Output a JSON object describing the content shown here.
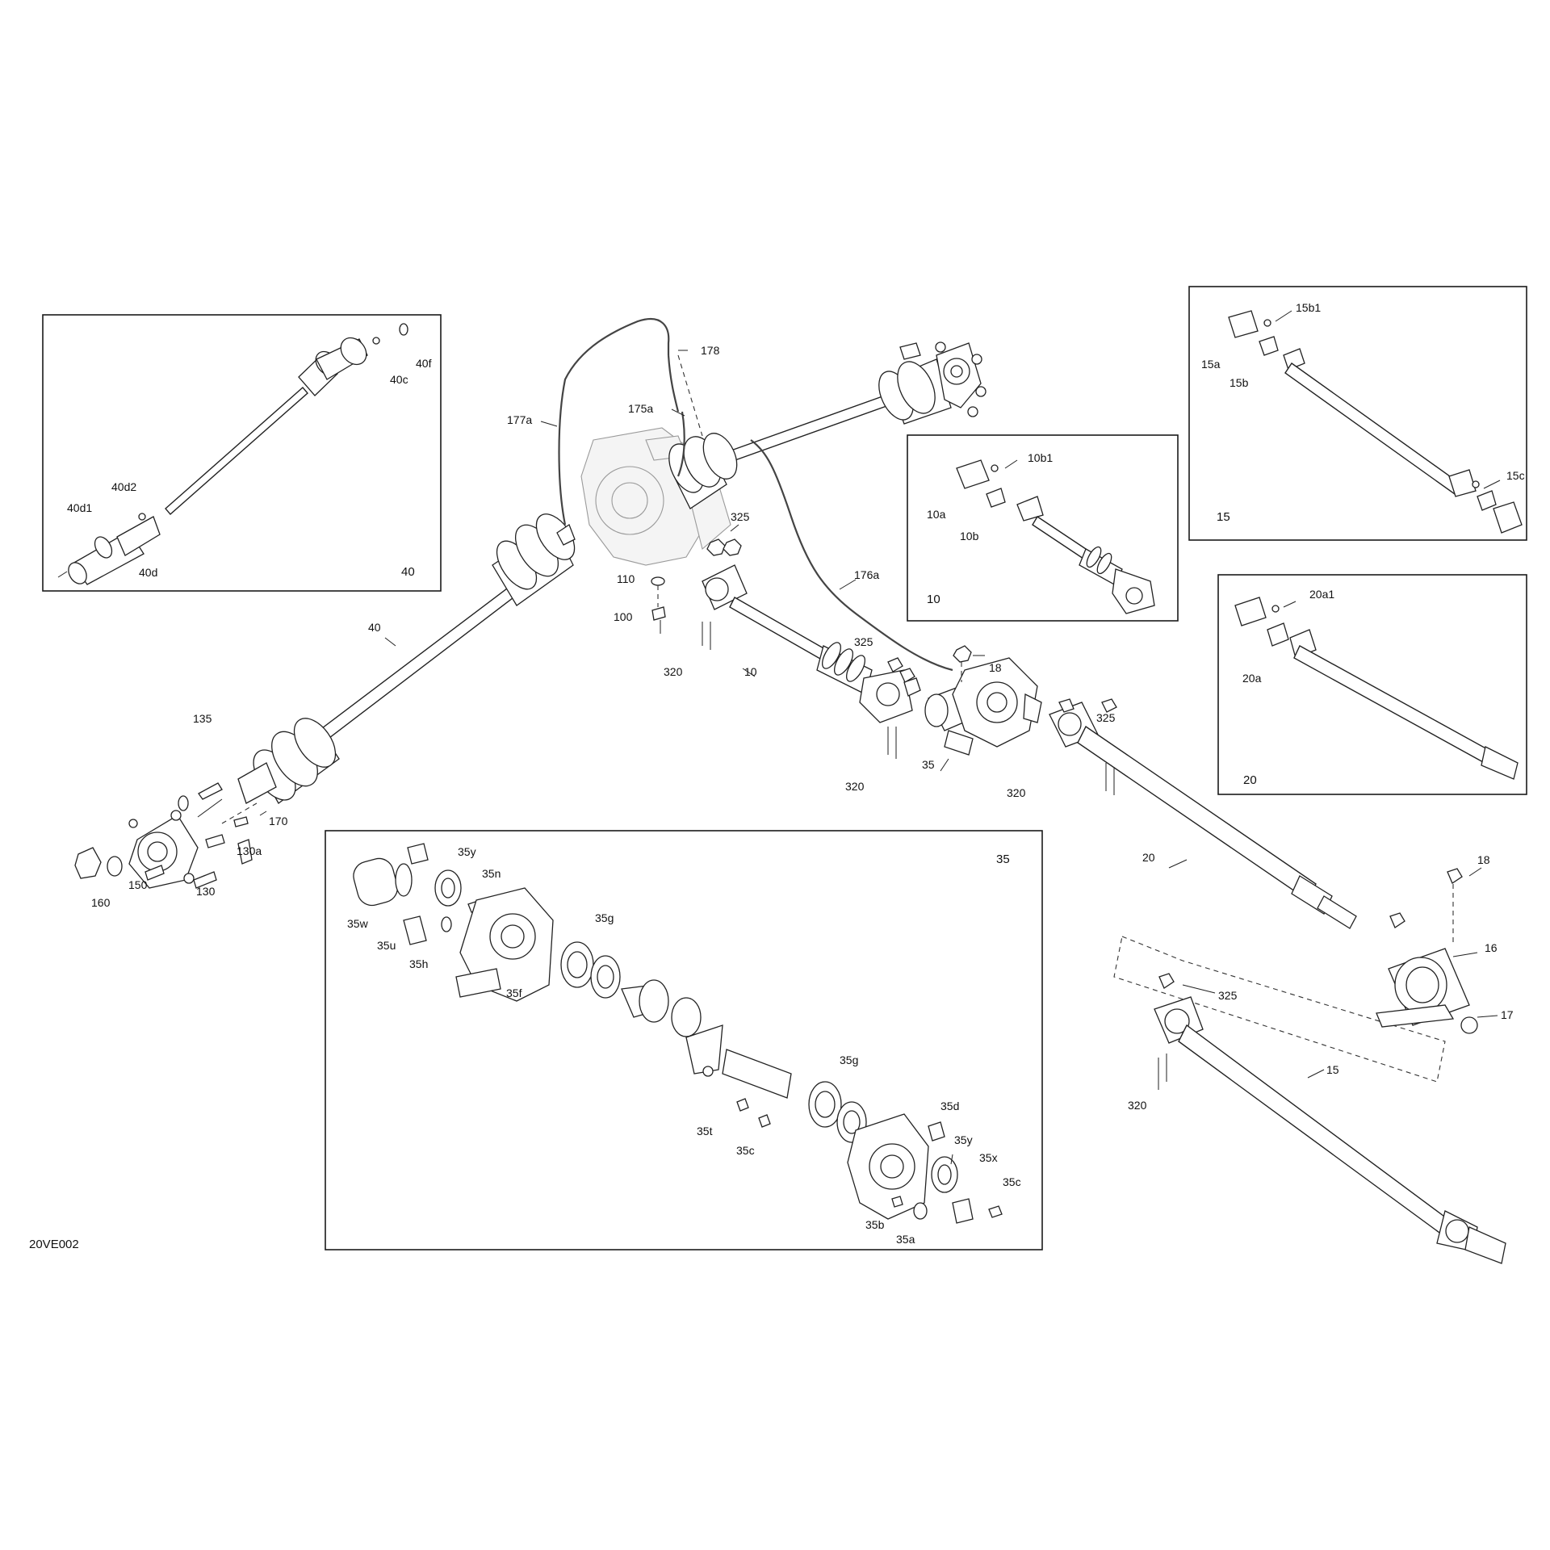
{
  "diagram_id": "20VE002",
  "insets": {
    "axle_40": "40",
    "prop_10": "10",
    "prop_15": "15",
    "prop_20": "20",
    "gearbox_35": "35"
  },
  "callouts": {
    "c40f": "40f",
    "c40c": "40c",
    "c40d2": "40d2",
    "c40d1": "40d1",
    "c40d": "40d",
    "c178": "178",
    "c177a": "177a",
    "c175a": "175a",
    "c325_top": "325",
    "c110": "110",
    "c100": "100",
    "c320_a": "320",
    "c10": "10",
    "c176a": "176a",
    "c325_b": "325",
    "c18_a": "18",
    "c325_c": "325",
    "c320_b": "320",
    "c35": "35",
    "c320_c": "320",
    "c40": "40",
    "c135": "135",
    "c170": "170",
    "c130a": "130a",
    "c150": "150",
    "c160": "160",
    "c130": "130",
    "c10b1": "10b1",
    "c10a": "10a",
    "c10b": "10b",
    "c15b1": "15b1",
    "c15a": "15a",
    "c15b": "15b",
    "c15c": "15c",
    "c20a1": "20a1",
    "c20a": "20a",
    "c20": "20",
    "c18_b": "18",
    "c16": "16",
    "c17": "17",
    "c325_d": "325",
    "c15": "15",
    "c320_d": "320",
    "c35y_a": "35y",
    "c35n": "35n",
    "c35w": "35w",
    "c35u": "35u",
    "c35h": "35h",
    "c35f": "35f",
    "c35g_a": "35g",
    "c35g_b": "35g",
    "c35t": "35t",
    "c35c_a": "35c",
    "c35d": "35d",
    "c35y_b": "35y",
    "c35x": "35x",
    "c35c_b": "35c",
    "c35b": "35b",
    "c35a": "35a"
  }
}
